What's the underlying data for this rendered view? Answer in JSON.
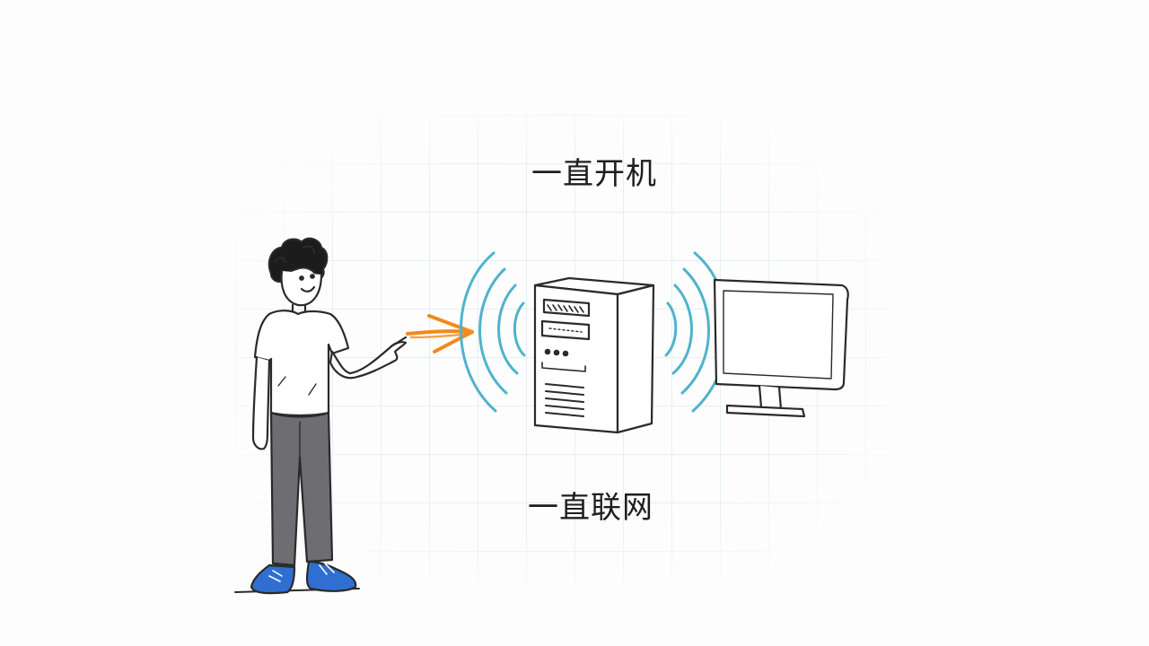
{
  "captions": {
    "top": "一直开机",
    "bottom": "一直联网"
  },
  "colors": {
    "wave": "#4fb3cc",
    "arrow": "#f28a1c",
    "shoes": "#2f6fd1",
    "pants": "#6e6e72",
    "line": "#2a2a2a"
  },
  "icons": [
    "person-figure",
    "pointing-arrow-icon",
    "signal-waves-icon",
    "pc-tower-icon",
    "monitor-icon"
  ]
}
